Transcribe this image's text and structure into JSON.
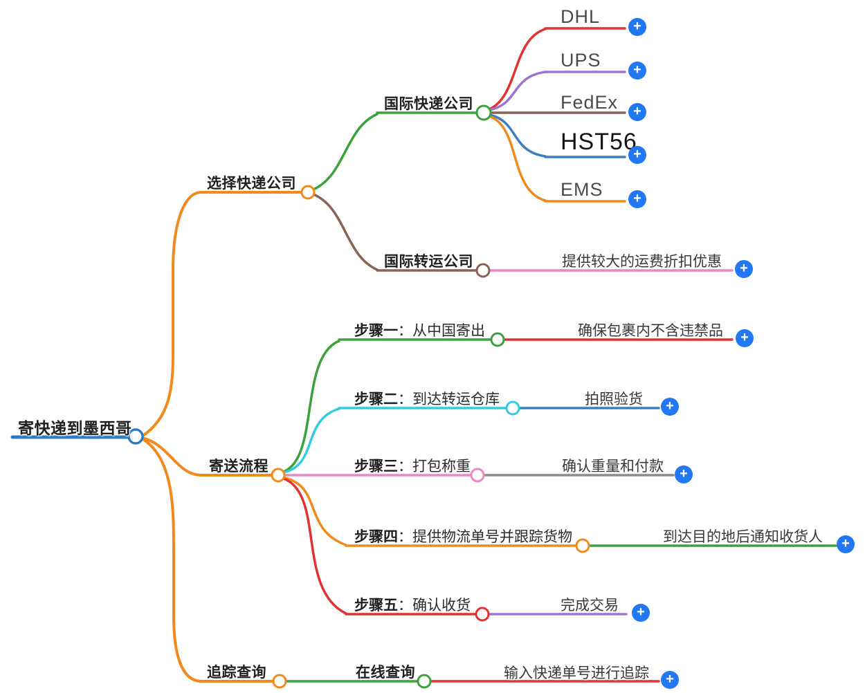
{
  "ui": {
    "plus": "+"
  },
  "palette": {
    "orange": "#F18A1D",
    "green": "#3AA23A",
    "brown": "#8A6157",
    "red": "#E23131",
    "purple": "#9E72D0",
    "steel_blue": "#3A7FC2",
    "cyan": "#33CBDF",
    "pink": "#EE85C4",
    "gray": "#8C8C8C",
    "root_blue": "#2E7BC4",
    "plus_blue": "#2277F2"
  },
  "root": {
    "label": "寄快递到墨西哥"
  },
  "choose": {
    "label": "选择快递公司",
    "intl_express": {
      "label": "国际快递公司",
      "carriers": [
        {
          "label": "DHL"
        },
        {
          "label": "UPS"
        },
        {
          "label": "FedEx"
        },
        {
          "label": "HST56"
        },
        {
          "label": "EMS"
        }
      ]
    },
    "transfer": {
      "label": "国际转运公司",
      "note": "提供较大的运费折扣优惠"
    }
  },
  "process": {
    "label": "寄送流程",
    "steps": [
      {
        "name": "步骤一",
        "sep": "：",
        "desc": "从中国寄出",
        "note": "确保包裹内不含违禁品"
      },
      {
        "name": "步骤二",
        "sep": "：",
        "desc": "到达转运仓库",
        "note": "拍照验货"
      },
      {
        "name": "步骤三",
        "sep": "：",
        "desc": "打包称重",
        "note": "确认重量和付款"
      },
      {
        "name": "步骤四",
        "sep": "：",
        "desc": "提供物流单号并跟踪货物",
        "note": "到达目的地后通知收货人"
      },
      {
        "name": "步骤五",
        "sep": "：",
        "desc": "确认收货",
        "note": "完成交易"
      }
    ]
  },
  "tracking": {
    "label": "追踪查询",
    "online": {
      "label": "在线查询",
      "note": "输入快递单号进行追踪"
    }
  }
}
